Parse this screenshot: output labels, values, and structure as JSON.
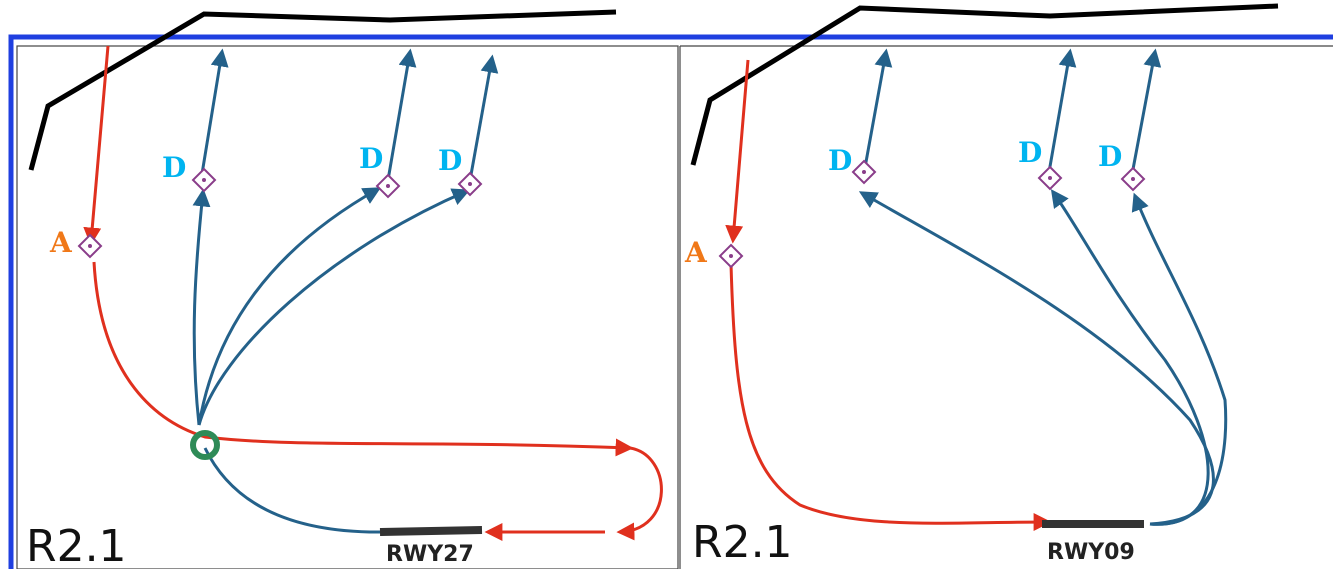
{
  "colors": {
    "frame_blue": "#1f3fe0",
    "border_gray": "#444444",
    "arrival_red": "#e0301e",
    "departure_blue": "#24618a",
    "departure_label": "#00b4f0",
    "arrival_label": "#f07818",
    "fix_purple": "#8a3d8a",
    "runway_dark": "#333333",
    "merge_green": "#2e8b57",
    "boundary_black": "#000000"
  },
  "icons": {
    "fix": "diamond-fix-icon",
    "merge": "ring-merge-icon"
  },
  "panels": [
    {
      "id": "left",
      "title": "R2.1",
      "runway_label": "RWY27",
      "arrival_marker": "A",
      "departure_markers": [
        "D",
        "D",
        "D"
      ]
    },
    {
      "id": "right",
      "title": "R2.1",
      "runway_label": "RWY09",
      "arrival_marker": "A",
      "departure_markers": [
        "D",
        "D",
        "D"
      ]
    }
  ]
}
